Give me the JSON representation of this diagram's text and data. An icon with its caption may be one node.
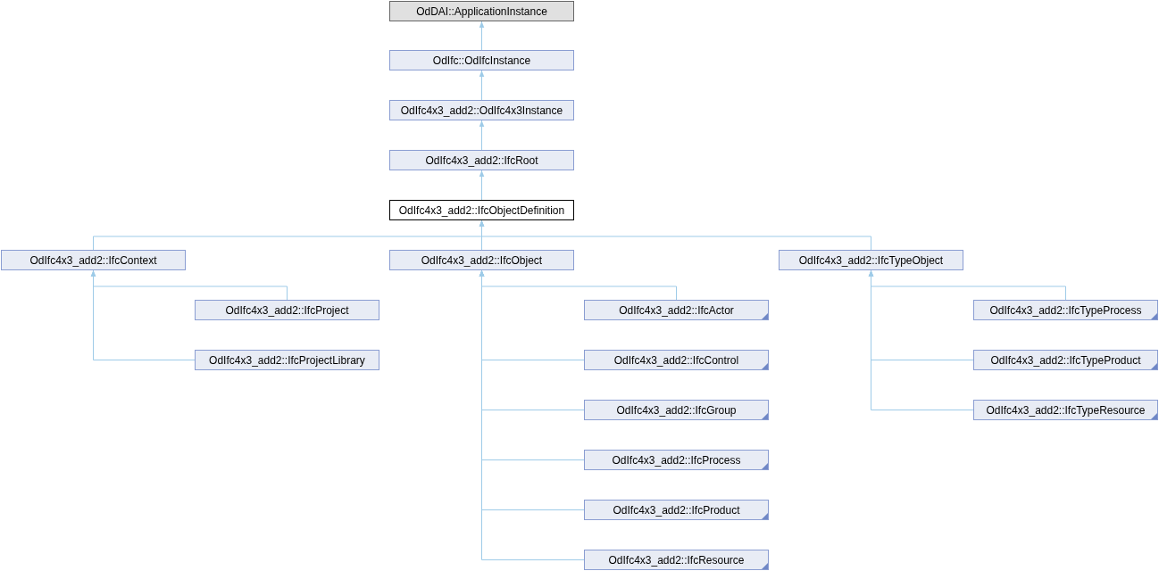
{
  "diagram": {
    "nodes": [
      {
        "text": [
          "OdDAI::ApplicationInstance"
        ]
      },
      {
        "text": [
          "OdIfc::OdIfcInstance"
        ]
      },
      {
        "text": [
          "OdIfc4x3_add2::OdIfc4x3Instance"
        ]
      },
      {
        "text": [
          "OdIfc4x3_add2::IfcRoot"
        ]
      },
      {
        "text": [
          "OdIfc4x3_add2::IfcObjectDefinition"
        ]
      },
      {
        "text": [
          "OdIfc4x3_add2::IfcContext"
        ]
      },
      {
        "text": [
          "OdIfc4x3_add2::IfcObject"
        ]
      },
      {
        "text": [
          "OdIfc4x3_add2::IfcTypeObject"
        ]
      },
      {
        "text": [
          "OdIfc4x3_add2::IfcProject"
        ]
      },
      {
        "text": [
          "OdIfc4x3_add2::IfcProjectLibrary"
        ]
      },
      {
        "text": [
          "OdIfc4x3_add2::IfcActor"
        ]
      },
      {
        "text": [
          "OdIfc4x3_add2::IfcControl"
        ]
      },
      {
        "text": [
          "OdIfc4x3_add2::IfcGroup"
        ]
      },
      {
        "text": [
          "OdIfc4x3_add2::IfcProcess"
        ]
      },
      {
        "text": [
          "OdIfc4x3_add2::IfcProduct"
        ]
      },
      {
        "text": [
          "OdIfc4x3_add2::IfcResource"
        ]
      },
      {
        "text": [
          "OdIfc4x3_add2::IfcTypeProcess"
        ]
      },
      {
        "text": [
          "OdIfc4x3_add2::IfcTypeProduct"
        ]
      },
      {
        "text": [
          "OdIfc4x3_add2::IfcTypeResource"
        ]
      }
    ],
    "edges": [
      {
        "from": 1,
        "to": 0,
        "arrow": "to"
      },
      {
        "from": 2,
        "to": 1,
        "arrow": "to"
      },
      {
        "from": 3,
        "to": 2,
        "arrow": "to"
      },
      {
        "from": 4,
        "to": 3,
        "arrow": "to"
      },
      {
        "from": 5,
        "to": 4,
        "arrow": "to"
      },
      {
        "from": 6,
        "to": 4,
        "arrow": "to"
      },
      {
        "from": 7,
        "to": 4,
        "arrow": "to"
      },
      {
        "from": 8,
        "to": 5,
        "arrow": "to"
      },
      {
        "from": 9,
        "to": 5,
        "arrow": "to"
      },
      {
        "from": 10,
        "to": 6,
        "arrow": "to"
      },
      {
        "from": 11,
        "to": 6,
        "arrow": "to"
      },
      {
        "from": 12,
        "to": 6,
        "arrow": "to"
      },
      {
        "from": 13,
        "to": 6,
        "arrow": "to"
      },
      {
        "from": 14,
        "to": 6,
        "arrow": "to"
      },
      {
        "from": 15,
        "to": 6,
        "arrow": "to"
      },
      {
        "from": 16,
        "to": 7,
        "arrow": "to"
      },
      {
        "from": 17,
        "to": 7,
        "arrow": "to"
      },
      {
        "from": 18,
        "to": 7,
        "arrow": "to"
      }
    ]
  }
}
